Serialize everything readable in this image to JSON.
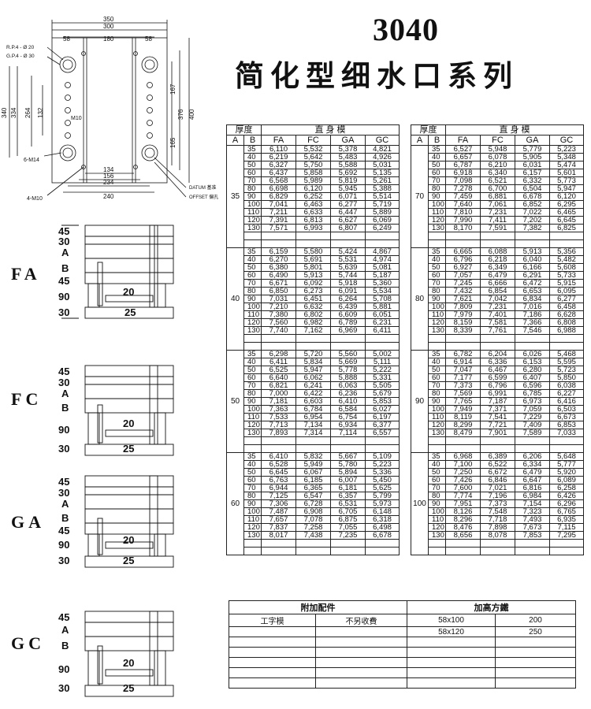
{
  "title": {
    "model": "3040",
    "series": "简化型细水口系列"
  },
  "plan": {
    "top_dims": [
      "350",
      "300",
      "180",
      "58",
      "58"
    ],
    "rp_label": "R.P.4 - Ø 20",
    "gp_label": "G.P.4 - Ø 30",
    "left_dims": [
      "340",
      "334",
      "264",
      "132"
    ],
    "right_dims": [
      "376",
      "400",
      "167",
      "165"
    ],
    "m10_label": "M10",
    "m14_label": "6-M14",
    "m10b_label": "4-M10",
    "bottom_dims": [
      "134",
      "156",
      "234",
      "240"
    ],
    "datum_label": "DATUM 基准",
    "offset_label": "OFFSET 偏孔"
  },
  "side_views": [
    {
      "label": "FA",
      "dims": [
        "45",
        "30",
        "A",
        "B",
        "45",
        "90",
        "30"
      ],
      "d20": "20",
      "d25": "25"
    },
    {
      "label": "FC",
      "dims": [
        "45",
        "30",
        "A",
        "B",
        "90",
        "30"
      ],
      "d20": "20",
      "d25": "25"
    },
    {
      "label": "GA",
      "dims": [
        "45",
        "30",
        "A",
        "B",
        "45",
        "90",
        "30"
      ],
      "d20": "20",
      "d25": "25"
    },
    {
      "label": "GC",
      "dims": [
        "45",
        "A",
        "B",
        "90",
        "30"
      ],
      "d20": "20",
      "d25": "25"
    }
  ],
  "table_headers": {
    "thickness": "厚度",
    "straight": "直 身 模",
    "a": "A",
    "b": "B",
    "cols": [
      "FA",
      "FC",
      "GA",
      "GC"
    ]
  },
  "left_table": [
    {
      "a": "35",
      "rows": [
        [
          "35",
          "6,110",
          "5,532",
          "5,378",
          "4,821"
        ],
        [
          "40",
          "6,219",
          "5,642",
          "5,483",
          "4,926"
        ],
        [
          "50",
          "6,327",
          "5,750",
          "5,588",
          "5,031"
        ],
        [
          "60",
          "6,437",
          "5,858",
          "5,692",
          "5,135"
        ],
        [
          "70",
          "6,568",
          "5,989",
          "5,819",
          "5,261"
        ],
        [
          "80",
          "6,698",
          "6,120",
          "5,945",
          "5,388"
        ],
        [
          "90",
          "6,829",
          "6,252",
          "6,071",
          "5,514"
        ],
        [
          "100",
          "7,041",
          "6,463",
          "6,277",
          "5,719"
        ],
        [
          "110",
          "7,211",
          "6,633",
          "6,447",
          "5,889"
        ],
        [
          "120",
          "7,391",
          "6,813",
          "6,627",
          "6,069"
        ],
        [
          "130",
          "7,571",
          "6,993",
          "6,807",
          "6,249"
        ]
      ]
    },
    {
      "a": "40",
      "rows": [
        [
          "35",
          "6,159",
          "5,580",
          "5,424",
          "4,867"
        ],
        [
          "40",
          "6,270",
          "5,691",
          "5,531",
          "4,974"
        ],
        [
          "50",
          "6,380",
          "5,801",
          "5,639",
          "5,081"
        ],
        [
          "60",
          "6,490",
          "5,913",
          "5,744",
          "5,187"
        ],
        [
          "70",
          "6,671",
          "6,092",
          "5,918",
          "5,360"
        ],
        [
          "80",
          "6,850",
          "6,273",
          "6,091",
          "5,534"
        ],
        [
          "90",
          "7,031",
          "6,451",
          "6,264",
          "5,708"
        ],
        [
          "100",
          "7,210",
          "6,632",
          "6,439",
          "5,881"
        ],
        [
          "110",
          "7,380",
          "6,802",
          "6,609",
          "6,051"
        ],
        [
          "120",
          "7,560",
          "6,982",
          "6,789",
          "6,231"
        ],
        [
          "130",
          "7,740",
          "7,162",
          "6,969",
          "6,411"
        ]
      ]
    },
    {
      "a": "50",
      "rows": [
        [
          "35",
          "6,298",
          "5,720",
          "5,560",
          "5,002"
        ],
        [
          "40",
          "6,411",
          "5,834",
          "5,669",
          "5,111"
        ],
        [
          "50",
          "6,525",
          "5,947",
          "5,778",
          "5,222"
        ],
        [
          "60",
          "6,640",
          "6,062",
          "5,888",
          "5,331"
        ],
        [
          "70",
          "6,821",
          "6,241",
          "6,063",
          "5,505"
        ],
        [
          "80",
          "7,000",
          "6,422",
          "6,236",
          "5,679"
        ],
        [
          "90",
          "7,181",
          "6,603",
          "6,410",
          "5,853"
        ],
        [
          "100",
          "7,363",
          "6,784",
          "6,584",
          "6,027"
        ],
        [
          "110",
          "7,533",
          "6,954",
          "6,754",
          "6,197"
        ],
        [
          "120",
          "7,713",
          "7,134",
          "6,934",
          "6,377"
        ],
        [
          "130",
          "7,893",
          "7,314",
          "7,114",
          "6,557"
        ]
      ]
    },
    {
      "a": "60",
      "rows": [
        [
          "35",
          "6,410",
          "5,832",
          "5,667",
          "5,109"
        ],
        [
          "40",
          "6,528",
          "5,949",
          "5,780",
          "5,223"
        ],
        [
          "50",
          "6,645",
          "6,067",
          "5,894",
          "5,336"
        ],
        [
          "60",
          "6,763",
          "6,185",
          "6,007",
          "5,450"
        ],
        [
          "70",
          "6,944",
          "6,365",
          "6,181",
          "5,625"
        ],
        [
          "80",
          "7,125",
          "6,547",
          "6,357",
          "5,799"
        ],
        [
          "90",
          "7,306",
          "6,728",
          "6,531",
          "5,973"
        ],
        [
          "100",
          "7,487",
          "6,908",
          "6,705",
          "6,148"
        ],
        [
          "110",
          "7,657",
          "7,078",
          "6,875",
          "6,318"
        ],
        [
          "120",
          "7,837",
          "7,258",
          "7,055",
          "6,498"
        ],
        [
          "130",
          "8,017",
          "7,438",
          "7,235",
          "6,678"
        ]
      ]
    }
  ],
  "right_table": [
    {
      "a": "70",
      "rows": [
        [
          "35",
          "6,527",
          "5,948",
          "5,779",
          "5,223"
        ],
        [
          "40",
          "6,657",
          "6,078",
          "5,905",
          "5,348"
        ],
        [
          "50",
          "6,787",
          "6,210",
          "6,031",
          "5,474"
        ],
        [
          "60",
          "6,918",
          "6,340",
          "6,157",
          "5,601"
        ],
        [
          "70",
          "7,098",
          "6,521",
          "6,332",
          "5,773"
        ],
        [
          "80",
          "7,278",
          "6,700",
          "6,504",
          "5,947"
        ],
        [
          "90",
          "7,459",
          "6,881",
          "6,678",
          "6,120"
        ],
        [
          "100",
          "7,640",
          "7,061",
          "6,852",
          "6,295"
        ],
        [
          "110",
          "7,810",
          "7,231",
          "7,022",
          "6,465"
        ],
        [
          "120",
          "7,990",
          "7,411",
          "7,202",
          "6,645"
        ],
        [
          "130",
          "8,170",
          "7,591",
          "7,382",
          "6,825"
        ]
      ]
    },
    {
      "a": "80",
      "rows": [
        [
          "35",
          "6,665",
          "6,088",
          "5,913",
          "5,356"
        ],
        [
          "40",
          "6,796",
          "6,218",
          "6,040",
          "5,482"
        ],
        [
          "50",
          "6,927",
          "6,349",
          "6,166",
          "5,608"
        ],
        [
          "60",
          "7,057",
          "6,479",
          "6,291",
          "5,733"
        ],
        [
          "70",
          "7,245",
          "6,666",
          "6,472",
          "5,915"
        ],
        [
          "80",
          "7,432",
          "6,854",
          "6,653",
          "6,095"
        ],
        [
          "90",
          "7,621",
          "7,042",
          "6,834",
          "6,277"
        ],
        [
          "100",
          "7,809",
          "7,231",
          "7,016",
          "6,458"
        ],
        [
          "110",
          "7,979",
          "7,401",
          "7,186",
          "6,628"
        ],
        [
          "120",
          "8,159",
          "7,581",
          "7,366",
          "6,808"
        ],
        [
          "130",
          "8,339",
          "7,761",
          "7,546",
          "6,988"
        ]
      ]
    },
    {
      "a": "90",
      "rows": [
        [
          "35",
          "6,782",
          "6,204",
          "6,026",
          "5,468"
        ],
        [
          "40",
          "6,914",
          "6,336",
          "6,153",
          "5,595"
        ],
        [
          "50",
          "7,047",
          "6,467",
          "6,280",
          "5,723"
        ],
        [
          "60",
          "7,177",
          "6,599",
          "6,407",
          "5,850"
        ],
        [
          "70",
          "7,373",
          "6,796",
          "6,596",
          "6,038"
        ],
        [
          "80",
          "7,569",
          "6,991",
          "6,785",
          "6,227"
        ],
        [
          "90",
          "7,765",
          "7,187",
          "6,973",
          "6,416"
        ],
        [
          "100",
          "7,949",
          "7,371",
          "7,059",
          "6,503"
        ],
        [
          "110",
          "8,119",
          "7,541",
          "7,229",
          "6,673"
        ],
        [
          "120",
          "8,299",
          "7,721",
          "7,409",
          "6,853"
        ],
        [
          "130",
          "8,479",
          "7,901",
          "7,589",
          "7,033"
        ]
      ]
    },
    {
      "a": "100",
      "rows": [
        [
          "35",
          "6,968",
          "6,389",
          "6,206",
          "5,648"
        ],
        [
          "40",
          "7,100",
          "6,522",
          "6,334",
          "5,777"
        ],
        [
          "50",
          "7,250",
          "6,672",
          "6,479",
          "5,920"
        ],
        [
          "60",
          "7,426",
          "6,846",
          "6,647",
          "6,089"
        ],
        [
          "70",
          "7,600",
          "7,021",
          "6,816",
          "6,258"
        ],
        [
          "80",
          "7,774",
          "7,196",
          "6,984",
          "6,426"
        ],
        [
          "90",
          "7,951",
          "7,373",
          "7,154",
          "6,296"
        ],
        [
          "100",
          "8,126",
          "7,548",
          "7,323",
          "6,765"
        ],
        [
          "110",
          "8,296",
          "7,718",
          "7,493",
          "6,935"
        ],
        [
          "120",
          "8,476",
          "7,898",
          "7,673",
          "7,115"
        ],
        [
          "130",
          "8,656",
          "8,078",
          "7,853",
          "7,295"
        ]
      ]
    }
  ],
  "accessories": {
    "header_left": "附加配件",
    "header_right": "加高方鐵",
    "item_name": "工字模",
    "item_note": "不另收費",
    "heights": [
      {
        "size": "58x100",
        "value": "200"
      },
      {
        "size": "58x120",
        "value": "250"
      }
    ]
  }
}
